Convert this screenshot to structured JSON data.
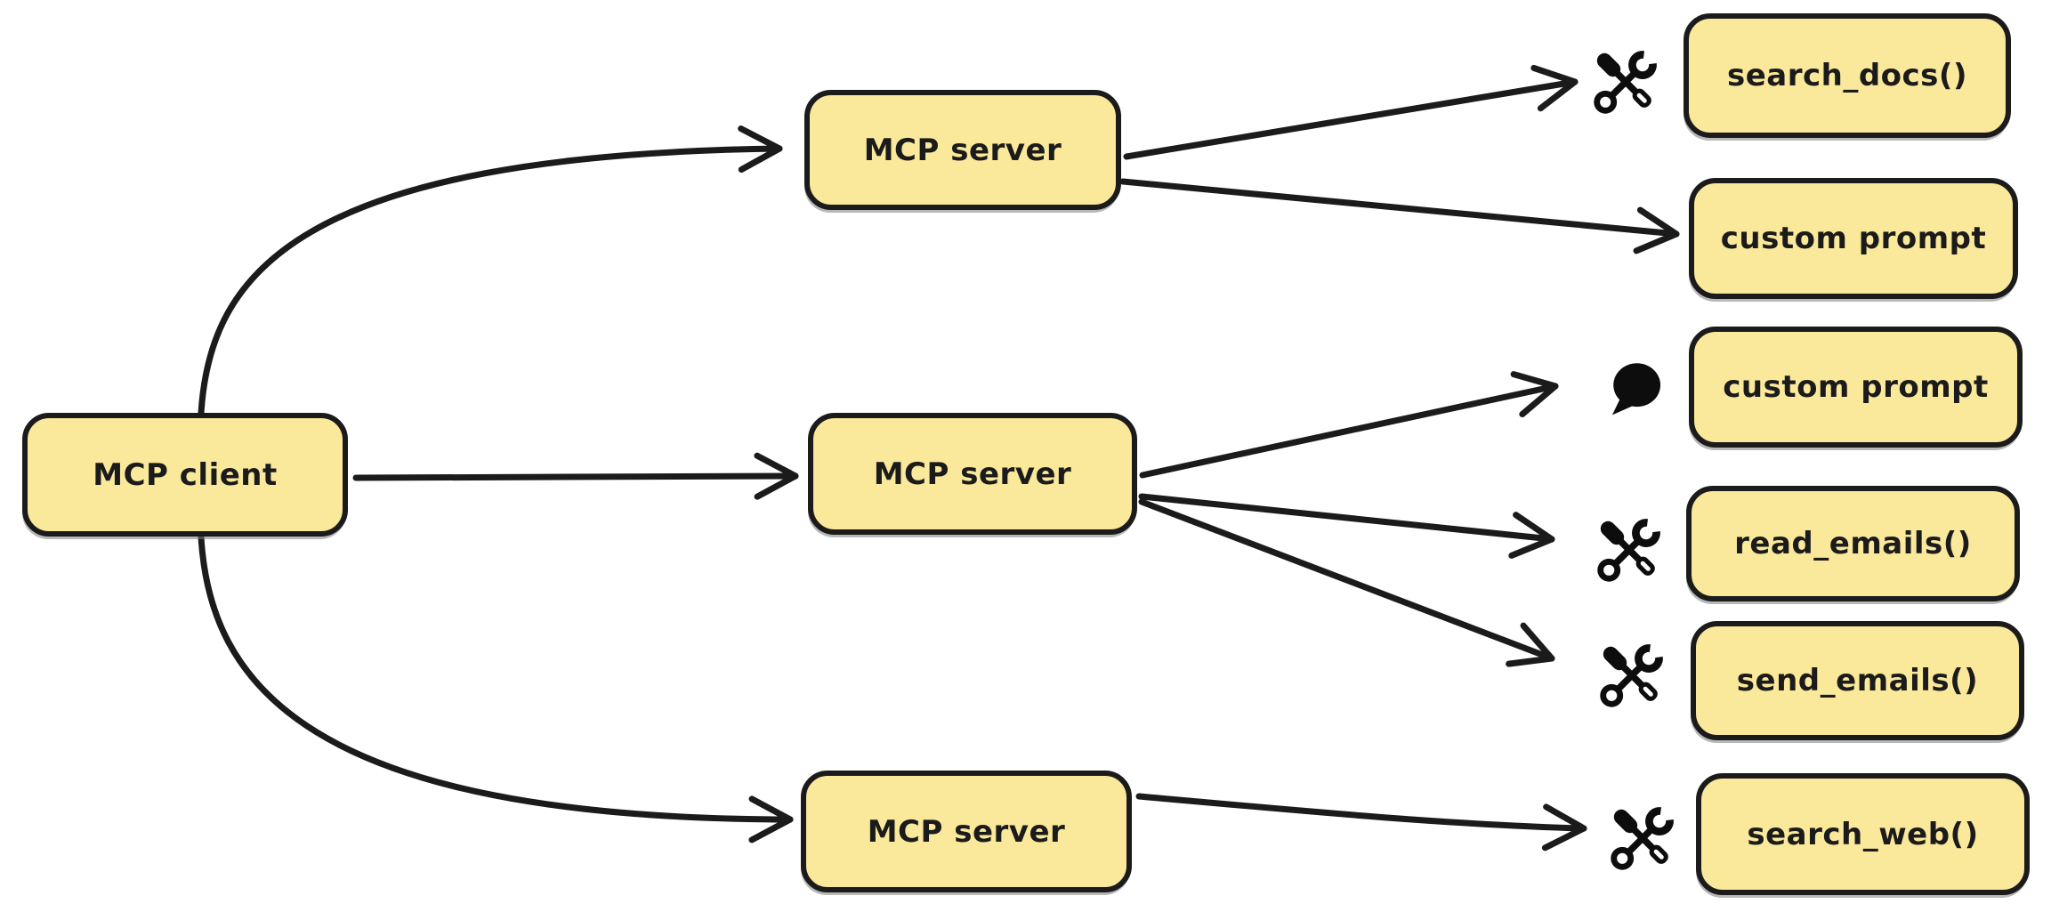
{
  "diagram": {
    "title_hint": "MCP client connects to MCP servers exposing tools and prompts",
    "colors": {
      "background": "#ffffff",
      "node_fill": "#FAE89B",
      "node_stroke": "#1b1b1b",
      "arrow": "#1b1b1b",
      "icon": "#0d0d0d",
      "text": "#1b1b1b"
    },
    "nodes": {
      "client": {
        "label": "MCP client"
      },
      "server_top": {
        "label": "MCP server"
      },
      "server_mid": {
        "label": "MCP server"
      },
      "server_bottom": {
        "label": "MCP server"
      },
      "cap_search_docs": {
        "label": "search_docs()",
        "icon": "tools-icon"
      },
      "cap_custom_prompt_top": {
        "label": "custom prompt",
        "icon": null
      },
      "cap_custom_prompt_mid": {
        "label": "custom prompt",
        "icon": "speech-bubble-icon"
      },
      "cap_read_emails": {
        "label": "read_emails()",
        "icon": "tools-icon"
      },
      "cap_send_emails": {
        "label": "send_emails()",
        "icon": "tools-icon"
      },
      "cap_search_web": {
        "label": "search_web()",
        "icon": "tools-icon"
      }
    },
    "edges": [
      {
        "from": "client",
        "to": "server_top"
      },
      {
        "from": "client",
        "to": "server_mid"
      },
      {
        "from": "client",
        "to": "server_bottom"
      },
      {
        "from": "server_top",
        "to": "cap_search_docs"
      },
      {
        "from": "server_top",
        "to": "cap_custom_prompt_top"
      },
      {
        "from": "server_mid",
        "to": "cap_custom_prompt_mid"
      },
      {
        "from": "server_mid",
        "to": "cap_read_emails"
      },
      {
        "from": "server_mid",
        "to": "cap_send_emails"
      },
      {
        "from": "server_bottom",
        "to": "cap_search_web"
      }
    ]
  }
}
